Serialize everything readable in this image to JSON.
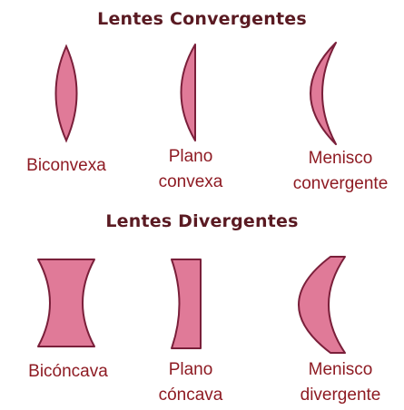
{
  "colors": {
    "lens_fill": "#e07a98",
    "lens_stroke": "#7a1f3a",
    "heading": "#5a1a22",
    "label": "#8e1b23"
  },
  "convergentes": {
    "title": "Lentes Convergentes",
    "lenses": [
      {
        "shape": "biconvex-lens",
        "label1": "Biconvexa",
        "label2": ""
      },
      {
        "shape": "plano-convex-lens",
        "label1": "Plano",
        "label2": "convexa"
      },
      {
        "shape": "converging-meniscus-lens",
        "label1": "Menisco",
        "label2": "convergente"
      }
    ]
  },
  "divergentes": {
    "title": "Lentes Divergentes",
    "lenses": [
      {
        "shape": "biconcave-lens",
        "label1": "Bicóncava",
        "label2": ""
      },
      {
        "shape": "plano-concave-lens",
        "label1": "Plano",
        "label2": "cóncava"
      },
      {
        "shape": "diverging-meniscus-lens",
        "label1": "Menisco",
        "label2": "divergente"
      }
    ]
  }
}
